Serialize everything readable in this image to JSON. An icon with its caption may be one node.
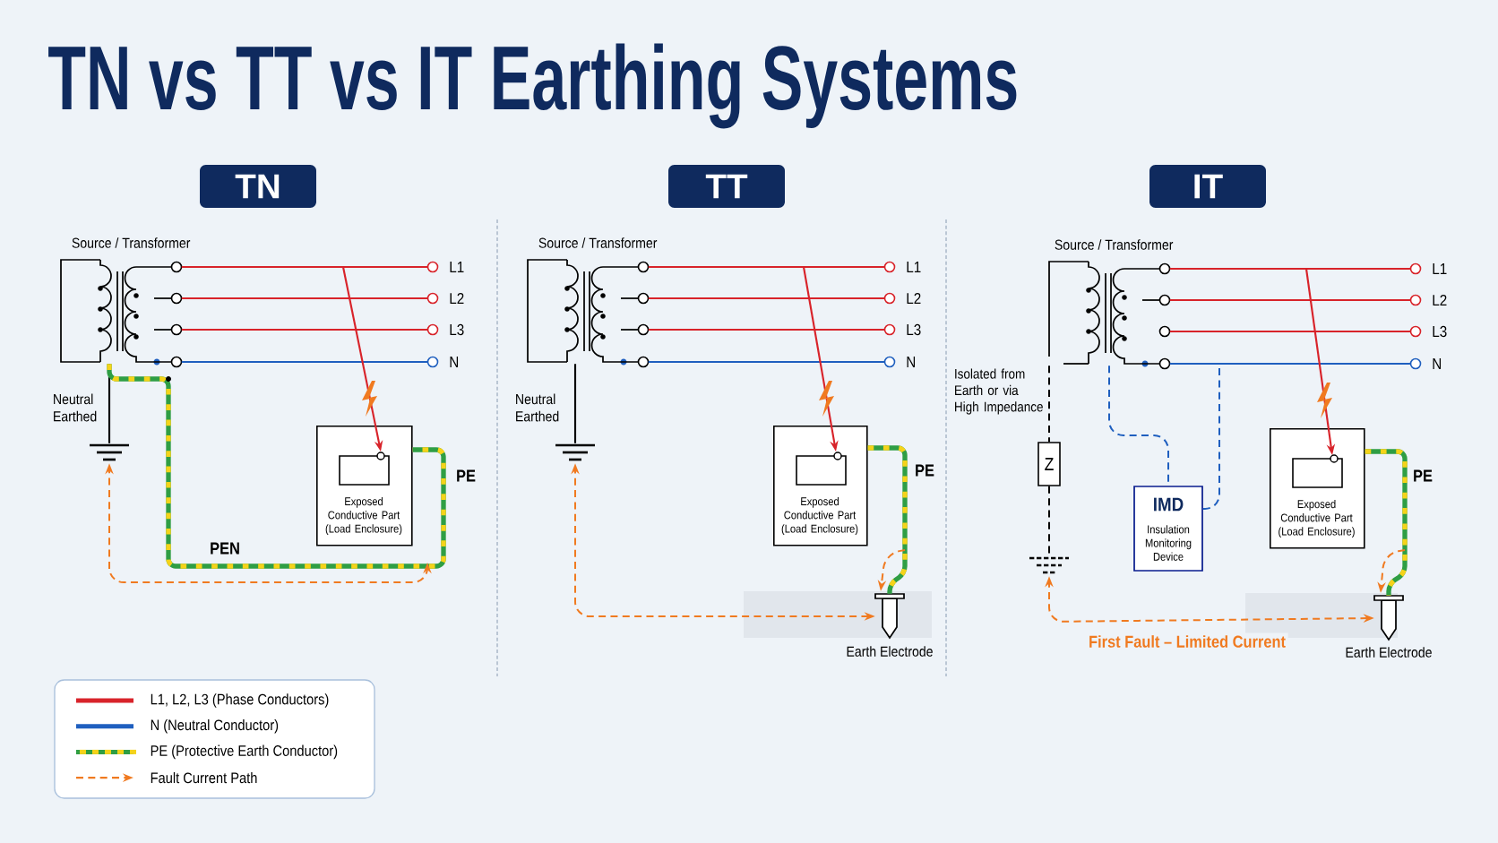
{
  "diagram": {
    "title": "TN vs TT vs IT Earthing Systems",
    "nodes": [
      {
        "text": [
          "TN"
        ]
      },
      {
        "text": [],
        "shape": "picture",
        "beside": [
          "Source / Transformer"
        ]
      },
      {
        "text": [
          "L1"
        ]
      },
      {
        "text": [
          "L2"
        ]
      },
      {
        "text": [
          "L3"
        ]
      },
      {
        "text": [
          "N"
        ]
      },
      {
        "text": [
          "Neutral Earthed"
        ]
      },
      {
        "text": [
          "Exposed Conductive Part (Load Enclosure)"
        ]
      },
      {
        "text": [
          "TT"
        ]
      },
      {
        "text": [],
        "shape": "picture",
        "beside": [
          "Source / Transformer"
        ]
      },
      {
        "text": [
          "L1"
        ]
      },
      {
        "text": [
          "L2"
        ]
      },
      {
        "text": [
          "L3"
        ]
      },
      {
        "text": [
          "N"
        ]
      },
      {
        "text": [
          "Neutral Earthed"
        ]
      },
      {
        "text": [
          "Exposed Conductive Part (Load Enclosure)"
        ]
      },
      {
        "text": [],
        "shape": "rod",
        "beside": [
          "Earth Electrode"
        ]
      },
      {
        "text": [
          "IT"
        ]
      },
      {
        "text": [],
        "shape": "picture",
        "beside": [
          "Source / Transformer"
        ]
      },
      {
        "text": [
          "L1"
        ]
      },
      {
        "text": [
          "L2"
        ]
      },
      {
        "text": [
          "L3"
        ]
      },
      {
        "text": [
          "N"
        ]
      },
      {
        "text": [
          "Z"
        ]
      },
      {
        "text": [
          "IMD",
          "Insulation Monitoring Device"
        ]
      },
      {
        "text": [
          "Exposed Conductive Part (Load Enclosure)"
        ]
      },
      {
        "text": [],
        "shape": "ground"
      },
      {
        "text": [],
        "shape": "rod",
        "beside": [
          "Earth Electrode"
        ]
      }
    ],
    "edges": [
      {
        "from": 1,
        "to": 2,
        "arrow": "none",
        "color": "#d8232a"
      },
      {
        "from": 1,
        "to": 3,
        "arrow": "none",
        "color": "#d8232a"
      },
      {
        "from": 1,
        "to": 4,
        "arrow": "none",
        "color": "#d8232a"
      },
      {
        "from": 1,
        "to": 5,
        "arrow": "none",
        "color": "#1f5fbf"
      },
      {
        "from": 1,
        "to": 6,
        "arrow": "none",
        "color": "#000000"
      },
      {
        "from": null,
        "to": 7,
        "arrow": "to",
        "color": "#d8232a"
      },
      {
        "from": 1,
        "to": 7,
        "arrow": "none",
        "label": "PEN",
        "style": "thick",
        "color": "#2f9e44"
      },
      {
        "from": null,
        "to": 6,
        "arrow": "both",
        "style": "dashed",
        "color": "#f07a20"
      },
      {
        "from": 9,
        "to": 10,
        "arrow": "none",
        "color": "#d8232a"
      },
      {
        "from": 9,
        "to": 11,
        "arrow": "none",
        "color": "#d8232a"
      },
      {
        "from": 9,
        "to": 12,
        "arrow": "none",
        "color": "#d8232a"
      },
      {
        "from": 9,
        "to": 13,
        "arrow": "none",
        "color": "#1f5fbf"
      },
      {
        "from": 9,
        "to": 14,
        "arrow": "none",
        "color": "#000000"
      },
      {
        "from": null,
        "to": 15,
        "arrow": "to",
        "color": "#d8232a"
      },
      {
        "from": 15,
        "to": 16,
        "arrow": "none",
        "label": "PE",
        "style": "thick",
        "color": "#2f9e44"
      },
      {
        "from": 16,
        "to": 14,
        "arrow": "both",
        "style": "dashed",
        "color": "#f07a20"
      },
      {
        "from": null,
        "to": 16,
        "arrow": "to",
        "style": "dashed",
        "color": "#f07a20"
      },
      {
        "from": 18,
        "to": 19,
        "arrow": "none",
        "color": "#d8232a"
      },
      {
        "from": 18,
        "to": 20,
        "arrow": "none",
        "color": "#d8232a"
      },
      {
        "from": 18,
        "to": 21,
        "arrow": "none",
        "color": "#d8232a"
      },
      {
        "from": 18,
        "to": 22,
        "arrow": "none",
        "color": "#1f5fbf"
      },
      {
        "from": 18,
        "to": 23,
        "arrow": "none",
        "style": "dashed",
        "color": "#000000"
      },
      {
        "from": 23,
        "to": 26,
        "arrow": "none",
        "style": "dashed",
        "color": "#000000"
      },
      {
        "from": 18,
        "to": 24,
        "arrow": "none",
        "style": "dashed",
        "color": "#1f5fbf"
      },
      {
        "from": 24,
        "to": null,
        "arrow": "none",
        "style": "dashed",
        "color": "#1f5fbf"
      },
      {
        "from": null,
        "to": 25,
        "arrow": "to",
        "color": "#d8232a"
      },
      {
        "from": 25,
        "to": 27,
        "arrow": "none",
        "label": "PE",
        "style": "thick",
        "color": "#2f9e44"
      },
      {
        "from": 27,
        "to": 26,
        "arrow": "both",
        "label": "First Fault – Limited Current",
        "style": "dashed",
        "color": "#f07a20"
      },
      {
        "from": null,
        "to": 27,
        "arrow": "to",
        "style": "dashed",
        "color": "#f07a20"
      }
    ],
    "labels": [
      "PE",
      "Isolated from Earth or via High Impedance"
    ],
    "legend": [
      {
        "text": "L1, L2, L3 (Phase Conductors)",
        "color": "#d8232a"
      },
      {
        "text": "N (Neutral Conductor)",
        "color": "#1f5fbf"
      },
      {
        "text": "PE (Protective Earth Conductor)",
        "color": "#2f9e44"
      },
      {
        "text": "Fault Current Path",
        "color": "#f07a20"
      }
    ]
  }
}
